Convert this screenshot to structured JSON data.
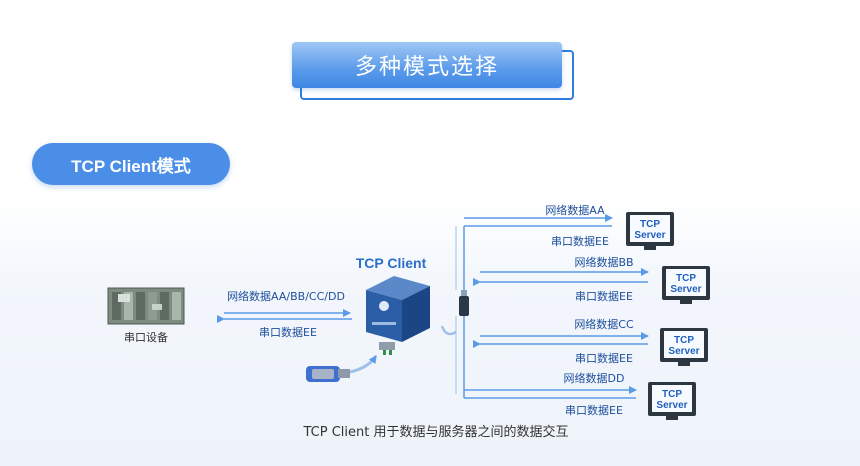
{
  "title": "多种模式选择",
  "mode_label": "TCP Client模式",
  "device_label": "TCP Client",
  "serial_device_label": "串口设备",
  "left_labels": {
    "top": "网络数据AA/BB/CC/DD",
    "bottom": "串口数据EE"
  },
  "servers": [
    {
      "label_line1": "TCP",
      "label_line2": "Server",
      "net_label": "网络数据AA",
      "serial_label": "串口数据EE"
    },
    {
      "label_line1": "TCP",
      "label_line2": "Server",
      "net_label": "网络数据BB",
      "serial_label": "串口数据EE"
    },
    {
      "label_line1": "TCP",
      "label_line2": "Server",
      "net_label": "网络数据CC",
      "serial_label": "串口数据EE"
    },
    {
      "label_line1": "TCP",
      "label_line2": "Server",
      "net_label": "网络数据DD",
      "serial_label": "串口数据EE"
    }
  ],
  "caption": "TCP Client 用于数据与服务器之间的数据交互",
  "colors": {
    "accent": "#4a8ee8",
    "line": "#5b9be6",
    "device_body": "#2a5fa8"
  }
}
